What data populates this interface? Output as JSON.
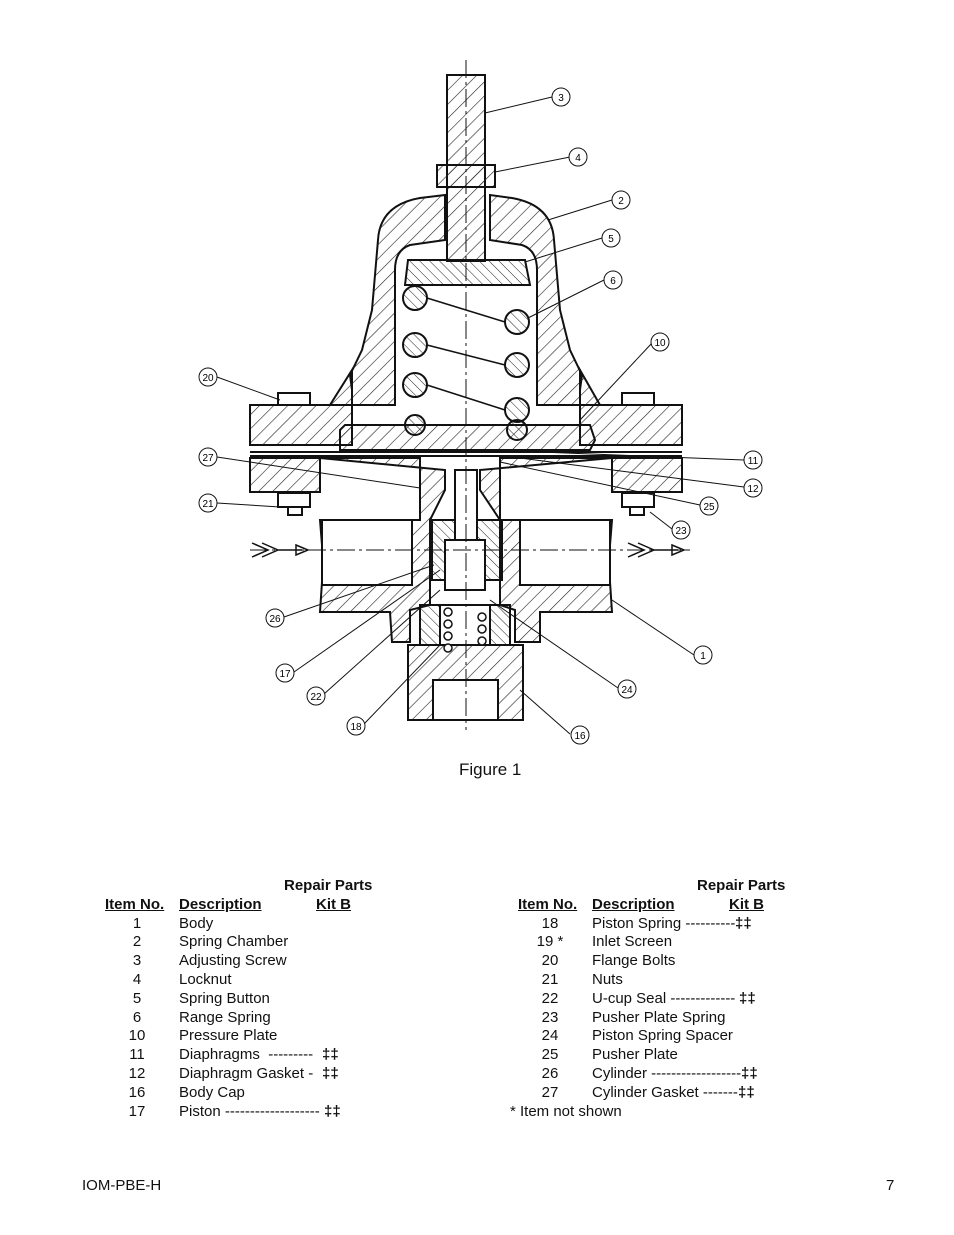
{
  "figure": {
    "caption": "Figure 1",
    "callouts": [
      "3",
      "4",
      "2",
      "5",
      "6",
      "10",
      "20",
      "27",
      "11",
      "12",
      "21",
      "25",
      "23",
      "26",
      "1",
      "17",
      "24",
      "22",
      "18",
      "16"
    ]
  },
  "left_table": {
    "group_header": "Repair Parts",
    "col_item": "Item No.",
    "col_desc": "Description",
    "col_kit": "Kit B",
    "rows": [
      {
        "no": "1",
        "desc": "Body",
        "kit": ""
      },
      {
        "no": "2",
        "desc": "Spring Chamber",
        "kit": ""
      },
      {
        "no": "3",
        "desc": "Adjusting Screw",
        "kit": ""
      },
      {
        "no": "4",
        "desc": "Locknut",
        "kit": ""
      },
      {
        "no": "5",
        "desc": "Spring Button",
        "kit": ""
      },
      {
        "no": "6",
        "desc": "Range Spring",
        "kit": ""
      },
      {
        "no": "10",
        "desc": "Pressure Plate",
        "kit": ""
      },
      {
        "no": "11",
        "desc": "Diaphragms  ---------  ",
        "kit": "‡‡"
      },
      {
        "no": "12",
        "desc": "Diaphragm Gasket -  ",
        "kit": "‡‡"
      },
      {
        "no": "16",
        "desc": "Body Cap",
        "kit": ""
      },
      {
        "no": "17",
        "desc": "Piston ------------------- ",
        "kit": "‡‡"
      }
    ]
  },
  "right_table": {
    "group_header": "Repair Parts",
    "col_item": "Item No.",
    "col_desc": "Description",
    "col_kit": "Kit B",
    "rows": [
      {
        "no": "18",
        "desc": "Piston Spring ----------",
        "kit": "‡‡"
      },
      {
        "no": "19 *",
        "desc": "Inlet Screen",
        "kit": ""
      },
      {
        "no": "20",
        "desc": "Flange Bolts",
        "kit": ""
      },
      {
        "no": "21",
        "desc": "Nuts",
        "kit": ""
      },
      {
        "no": "22",
        "desc": "U-cup Seal ------------- ",
        "kit": "‡‡"
      },
      {
        "no": "23",
        "desc": "Pusher Plate Spring",
        "kit": ""
      },
      {
        "no": "24",
        "desc": "Piston Spring Spacer",
        "kit": ""
      },
      {
        "no": "25",
        "desc": "Pusher Plate",
        "kit": ""
      },
      {
        "no": "26",
        "desc": "Cylinder ------------------",
        "kit": "‡‡"
      },
      {
        "no": "27",
        "desc": "Cylinder Gasket -------",
        "kit": "‡‡"
      }
    ],
    "note": "*  Item not shown"
  },
  "footer": {
    "doc_id": "IOM-PBE-H",
    "page_number": "7"
  }
}
